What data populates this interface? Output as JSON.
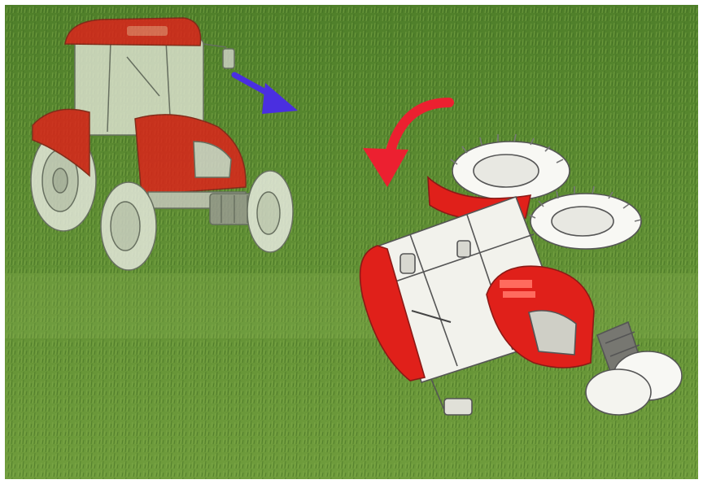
{
  "scene": {
    "background": "grass-field",
    "colors": {
      "grass_dark": "#3f6b22",
      "grass_mid": "#5b8a32",
      "grass_light": "#86b04c",
      "tractor_red": "#e0201a",
      "tractor_white": "#f2f2ec",
      "outline": "#555555",
      "arrow_blue": "#4a2fe0",
      "arrow_red": "#ec2030"
    },
    "objects": [
      {
        "name": "upright-tractor",
        "state": "upright",
        "style": "faded"
      },
      {
        "name": "overturned-tractor",
        "state": "tipped-over",
        "style": "solid"
      },
      {
        "name": "blue-arrow",
        "direction": "down-right"
      },
      {
        "name": "red-curved-arrow",
        "direction": "down-left"
      }
    ]
  }
}
